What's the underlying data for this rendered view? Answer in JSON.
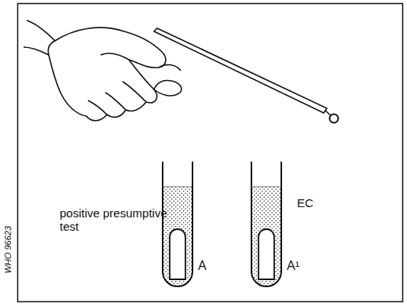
{
  "diagram": {
    "labels": [
      "positive presumptive test",
      "A",
      "A¹",
      "EC",
      "WHO 96623"
    ]
  }
}
